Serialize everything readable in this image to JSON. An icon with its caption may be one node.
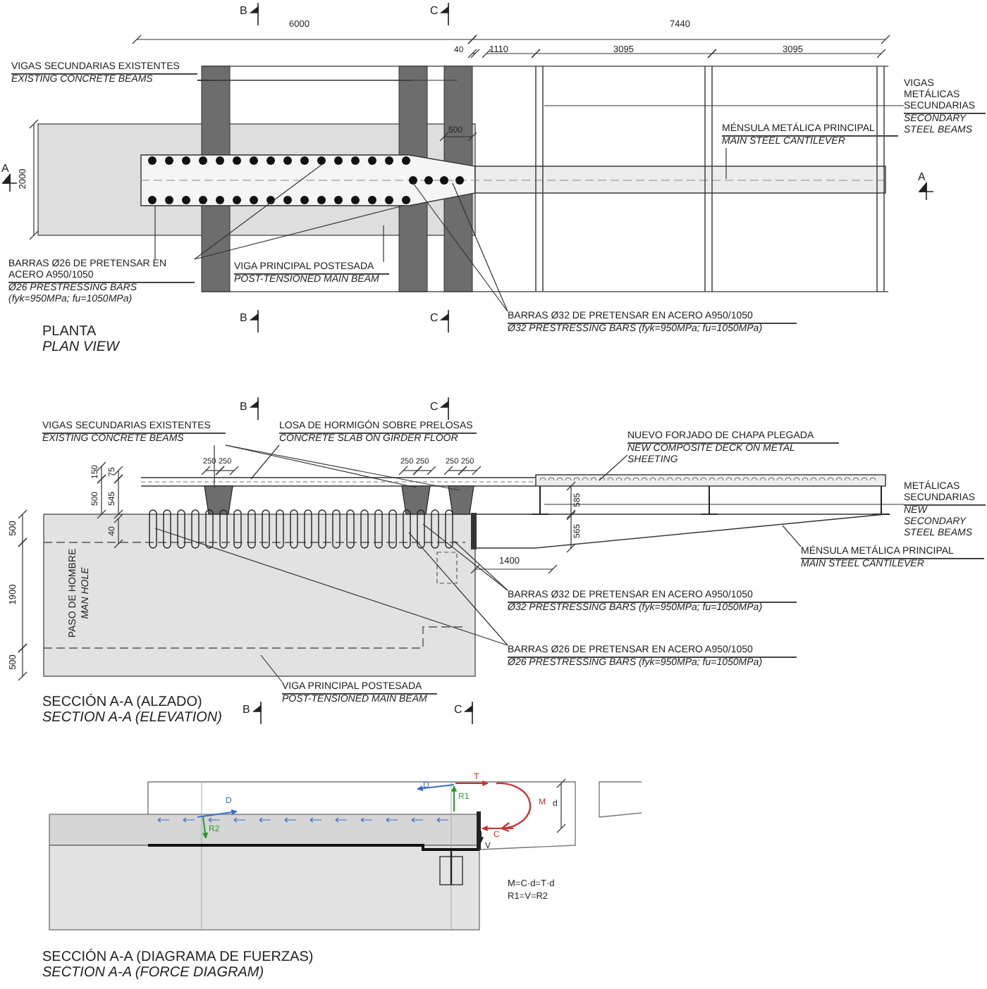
{
  "diagram": {
    "nodes": [
      {
        "text": [
          "VIGAS SECUNDARIAS EXISTENTES",
          "EXISTING CONCRETE BEAMS"
        ]
      },
      {
        "text": [
          "VIGAS METÁLICAS SECUNDARIAS",
          "SECONDARY STEEL BEAMS"
        ]
      },
      {
        "text": [
          "MÉNSULA METÁLICA PRINCIPAL",
          "MAIN STEEL CANTILEVER"
        ]
      },
      {
        "text": [
          "BARRAS Ø26 DE PRETENSAR EN ACERO A950/1050",
          "Ø26 PRESTRESSING BARS (fyk=950MPa; fu=1050MPa)"
        ]
      },
      {
        "text": [
          "VIGA PRINCIPAL POSTESADA",
          "POST-TENSIONED MAIN BEAM"
        ]
      },
      {
        "text": [
          "BARRAS Ø32 DE PRETENSAR EN ACERO A950/1050",
          "Ø32 PRESTRESSING BARS (fyk=950MPa; fu=1050MPa)"
        ]
      },
      {
        "text": [
          "VIGAS SECUNDARIAS EXISTENTES",
          "EXISTING CONCRETE BEAMS"
        ]
      },
      {
        "text": [
          "LOSA DE HORMIGÓN SOBRE PRELOSAS",
          "CONCRETE SLAB ON GIRDER FLOOR"
        ]
      },
      {
        "text": [
          "NUEVO FORJADO DE CHAPA PLEGADA",
          "NEW COMPOSITE DECK ON METAL SHEETING"
        ]
      },
      {
        "text": [
          "METÁLICAS SECUNDARIAS",
          "NEW SECONDARY STEEL BEAMS"
        ]
      },
      {
        "text": [
          "MÉNSULA METÁLICA PRINCIPAL",
          "MAIN STEEL CANTILEVER"
        ]
      },
      {
        "text": [
          "BARRAS Ø32 DE PRETENSAR EN ACERO A950/1050",
          "Ø32 PRESTRESSING BARS (fyk=950MPa; fu=1050MPa)"
        ]
      },
      {
        "text": [
          "BARRAS Ø26 DE PRETENSAR EN ACERO A950/1050",
          "Ø26 PRESTRESSING BARS (fyk=950MPa; fu=1050MPa)"
        ]
      },
      {
        "text": [
          "VIGA PRINCIPAL POSTESADA",
          "POST-TENSIONED MAIN BEAM"
        ]
      }
    ],
    "edges": [
      {
        "from": 0,
        "to": null,
        "arrow": "none"
      },
      {
        "from": 0,
        "to": null,
        "arrow": "none"
      },
      {
        "from": 0,
        "to": null,
        "arrow": "none"
      },
      {
        "from": 1,
        "to": null,
        "arrow": "none"
      },
      {
        "from": 2,
        "to": null,
        "arrow": "none"
      },
      {
        "from": 3,
        "to": null,
        "arrow": "none"
      },
      {
        "from": 3,
        "to": null,
        "arrow": "none"
      },
      {
        "from": 3,
        "to": null,
        "arrow": "none"
      },
      {
        "from": 4,
        "to": null,
        "arrow": "none"
      },
      {
        "from": 5,
        "to": null,
        "arrow": "none"
      },
      {
        "from": 5,
        "to": null,
        "arrow": "none"
      },
      {
        "from": 6,
        "to": null,
        "arrow": "none"
      },
      {
        "from": 6,
        "to": null,
        "arrow": "none"
      },
      {
        "from": 6,
        "to": null,
        "arrow": "none"
      },
      {
        "from": 7,
        "to": null,
        "arrow": "none"
      },
      {
        "from": 8,
        "to": null,
        "arrow": "none"
      },
      {
        "from": 9,
        "to": null,
        "arrow": "none"
      },
      {
        "from": 10,
        "to": null,
        "arrow": "none"
      },
      {
        "from": 11,
        "to": null,
        "arrow": "none"
      },
      {
        "from": 11,
        "to": null,
        "arrow": "none"
      },
      {
        "from": 12,
        "to": null,
        "arrow": "none"
      },
      {
        "from": 12,
        "to": null,
        "arrow": "none"
      },
      {
        "from": 13,
        "to": null,
        "arrow": "none"
      }
    ],
    "labels": [
      "B",
      "C",
      "6000",
      "7440",
      "40",
      "1110",
      "3095",
      "3095",
      "500",
      "2000",
      "A",
      "A",
      "B",
      "C",
      "PLANTA",
      "PLAN VIEW",
      "B",
      "C",
      "250",
      "250",
      "250",
      "250",
      "250",
      "250",
      "150",
      "75",
      "500",
      "545",
      "585",
      "500",
      "40",
      "565",
      "1400",
      "1900",
      "PASO DE HOMBRE",
      "MAN HOLE",
      "500",
      "SECCIÓN A-A (ALZADO)",
      "SECTION A-A (ELEVATION)",
      "B",
      "C",
      "D",
      "R1",
      "T",
      "M",
      "d",
      "D",
      "R2",
      "C",
      "V",
      "M=C·d=T·d",
      "R1=V=R2",
      "SECCIÓN A-A (DIAGRAMA DE FUERZAS)",
      "SECTION A-A (FORCE DIAGRAM)"
    ]
  }
}
